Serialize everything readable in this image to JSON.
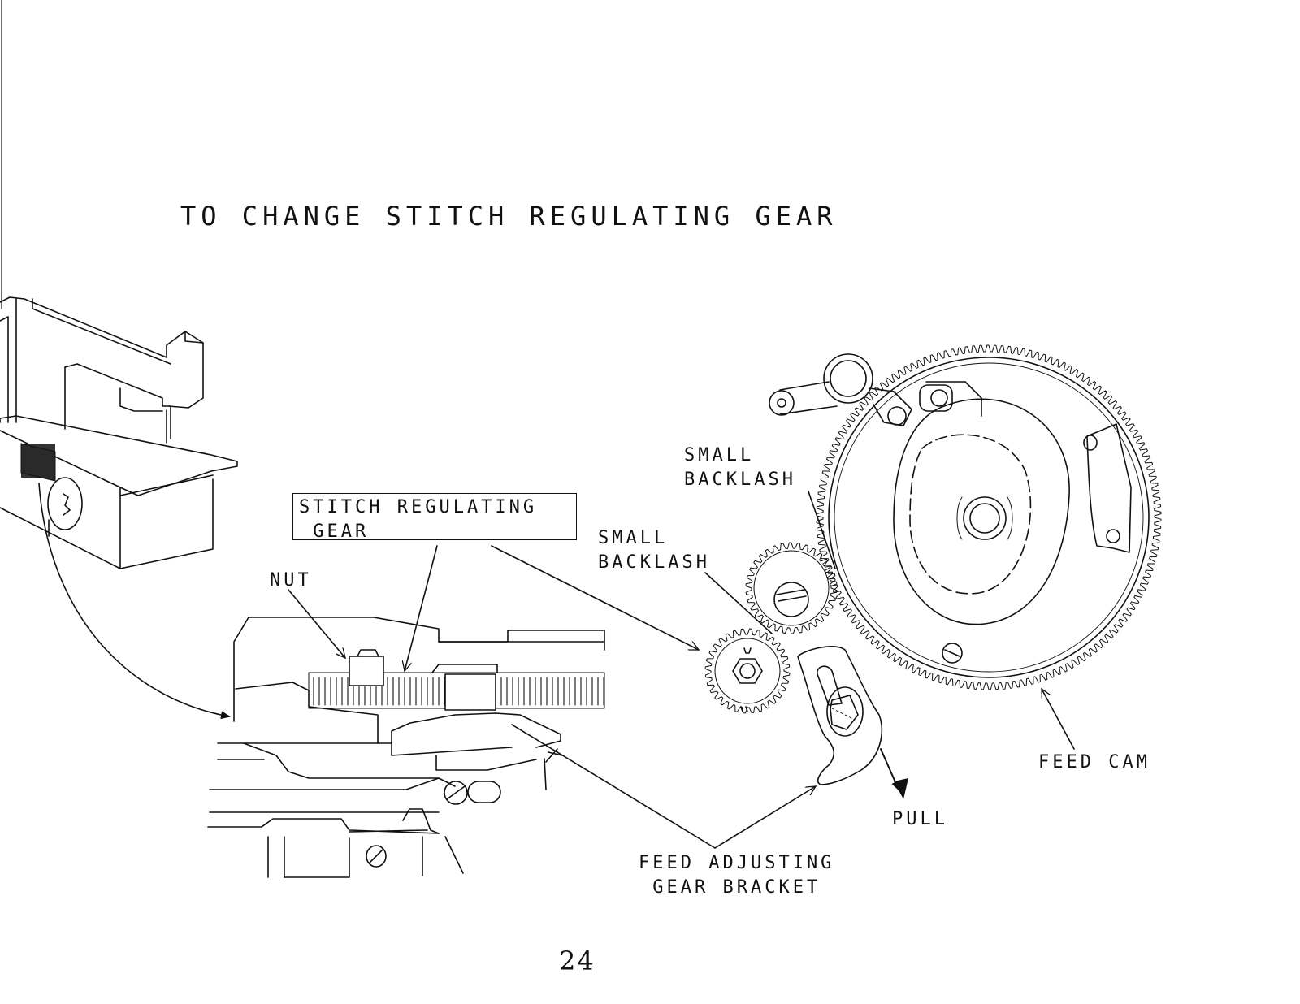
{
  "page": {
    "title": "TO CHANGE STITCH REGULATING GEAR",
    "page_number": "24"
  },
  "labels": {
    "stitch_regulating_gear": "STITCH REGULATING\n GEAR",
    "nut": "NUT",
    "small_backlash_upper": "SMALL\nBACKLASH",
    "small_backlash_lower": "SMALL\nBACKLASH",
    "feed_cam": "FEED CAM",
    "pull": "PULL",
    "feed_adjusting_gear_bracket": "FEED ADJUSTING\n GEAR BRACKET"
  },
  "colors": {
    "ink": "#111111",
    "paper": "#ffffff",
    "dark_patch": "#333333"
  }
}
